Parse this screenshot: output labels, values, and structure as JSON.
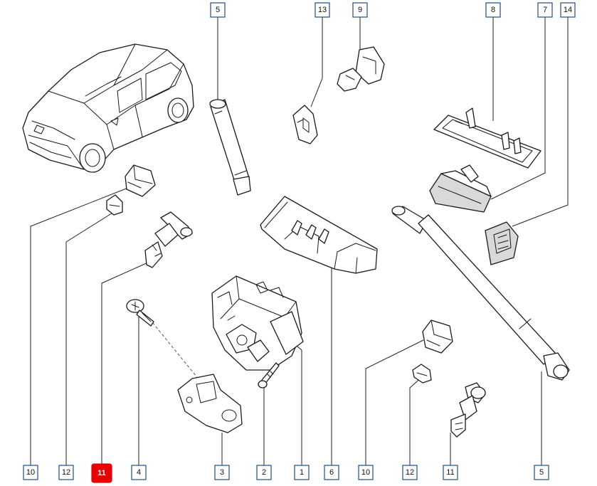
{
  "callouts": [
    {
      "id": "c-5-top",
      "label": "5",
      "active": false
    },
    {
      "id": "c-13",
      "label": "13",
      "active": false
    },
    {
      "id": "c-9",
      "label": "9",
      "active": false
    },
    {
      "id": "c-8",
      "label": "8",
      "active": false
    },
    {
      "id": "c-7",
      "label": "7",
      "active": false
    },
    {
      "id": "c-14",
      "label": "14",
      "active": false
    },
    {
      "id": "c-10-left",
      "label": "10",
      "active": false
    },
    {
      "id": "c-12-left",
      "label": "12",
      "active": false
    },
    {
      "id": "c-11-left",
      "label": "11",
      "active": true
    },
    {
      "id": "c-4",
      "label": "4",
      "active": false
    },
    {
      "id": "c-3",
      "label": "3",
      "active": false
    },
    {
      "id": "c-2",
      "label": "2",
      "active": false
    },
    {
      "id": "c-1",
      "label": "1",
      "active": false
    },
    {
      "id": "c-6",
      "label": "6",
      "active": false
    },
    {
      "id": "c-10-right",
      "label": "10",
      "active": false
    },
    {
      "id": "c-12-right",
      "label": "12",
      "active": false
    },
    {
      "id": "c-11-right",
      "label": "11",
      "active": false
    },
    {
      "id": "c-5-bottom",
      "label": "5",
      "active": false
    }
  ],
  "colors": {
    "highlight": "#e60000",
    "callout_border": "#1a4f8a"
  }
}
